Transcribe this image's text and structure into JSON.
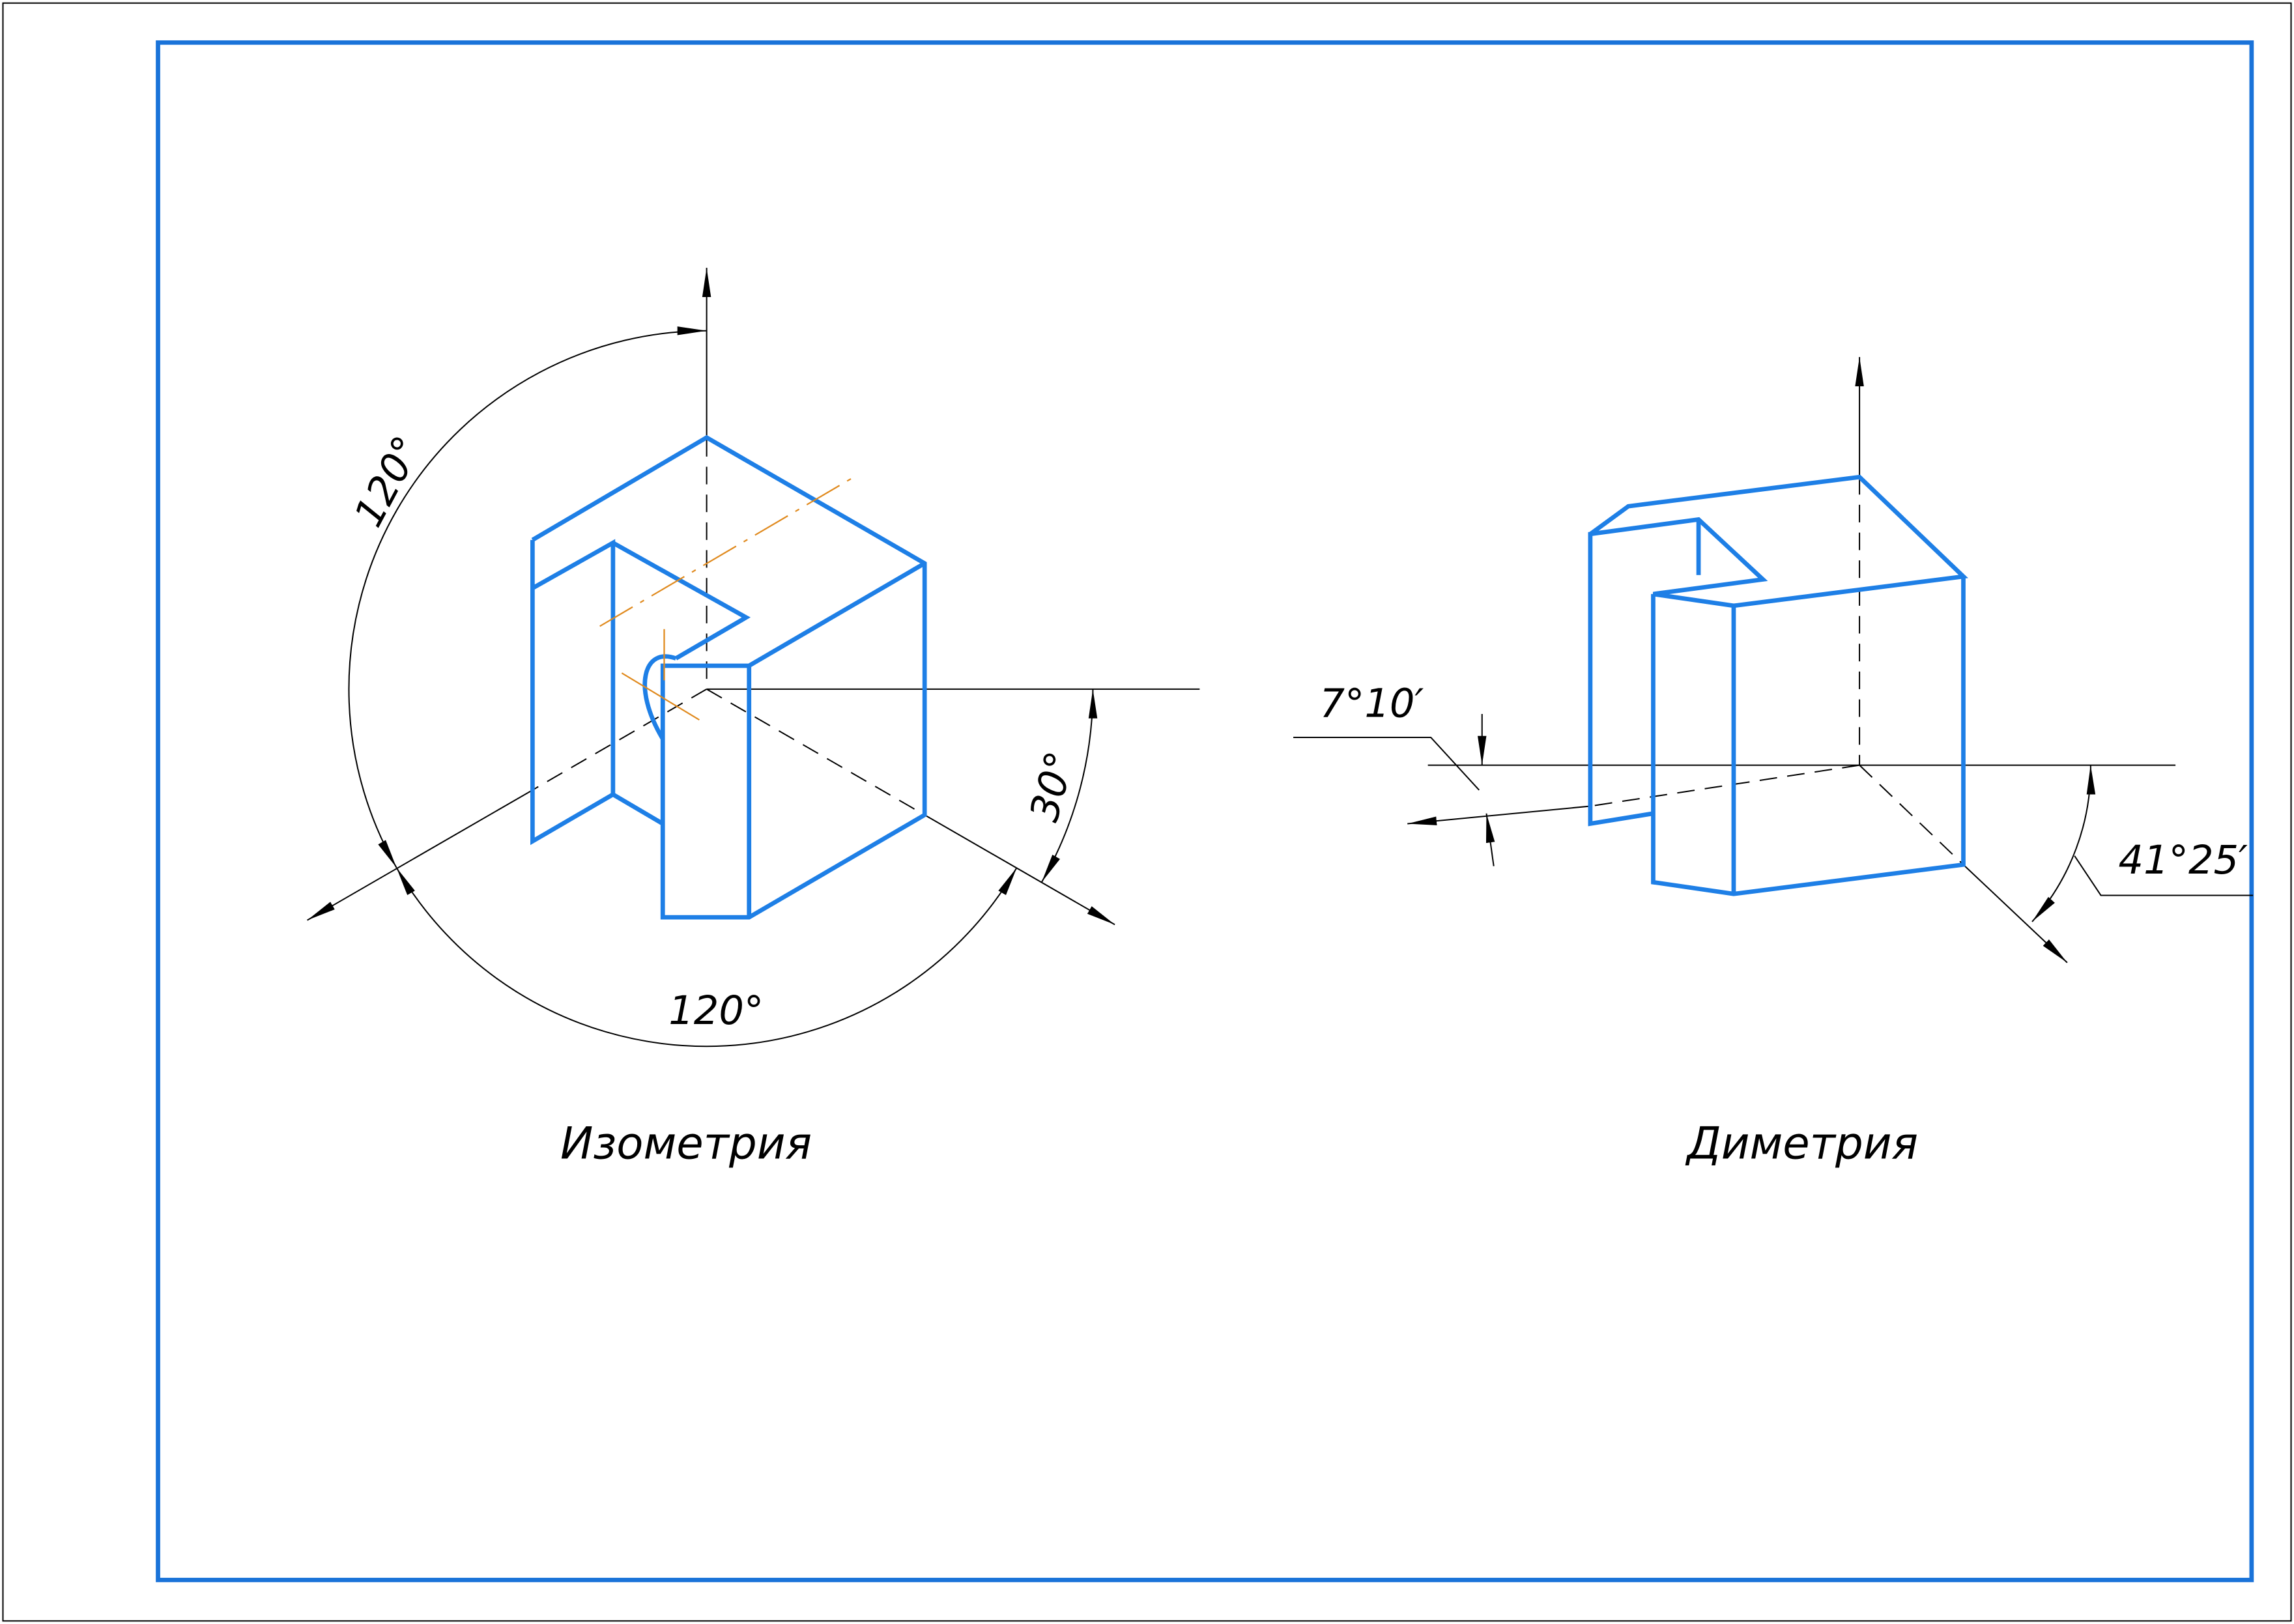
{
  "isometry": {
    "title": "Изометрия",
    "angle_top_label": "120°",
    "angle_bottom_label": "120°",
    "angle_side_label": "30°"
  },
  "dimetry": {
    "title": "Диметрия",
    "angle_left_label": "7°10′",
    "angle_right_label": "41°25′"
  },
  "colors": {
    "frame": "#1a73d9",
    "object": "#1e7fe6",
    "centerline": "#e08a1e"
  }
}
